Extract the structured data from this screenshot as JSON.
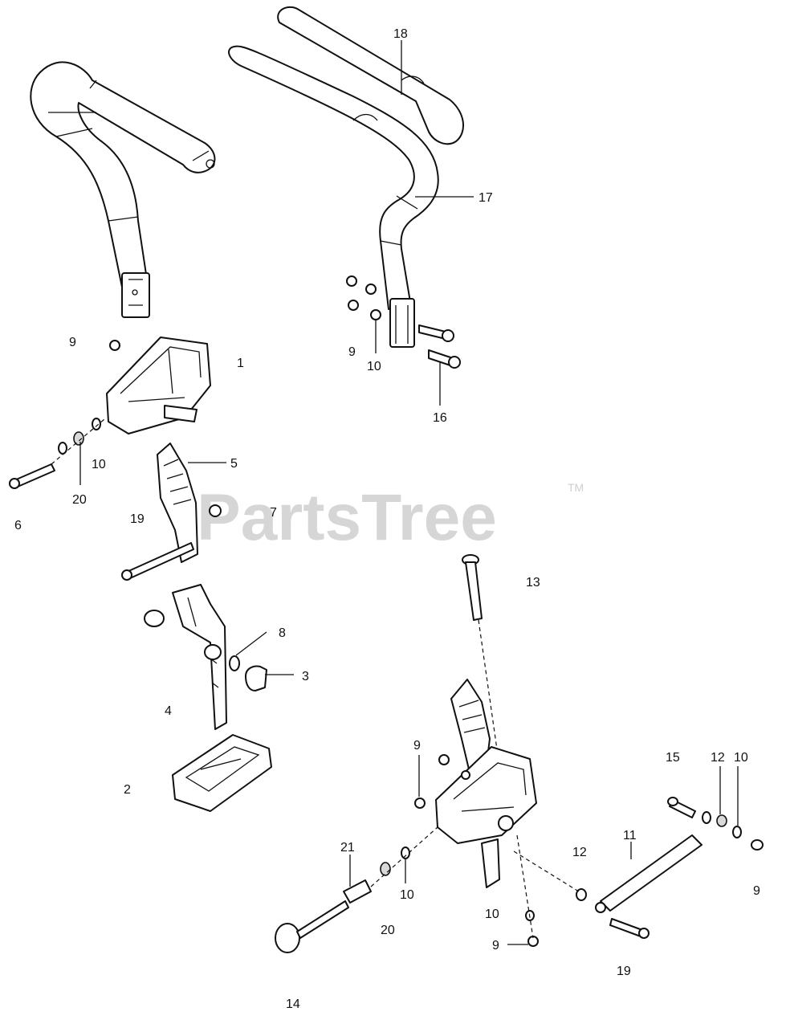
{
  "watermark": {
    "text": "PartsTree",
    "trademark": "TM"
  },
  "callouts": [
    {
      "id": "c18",
      "label": "18"
    },
    {
      "id": "c17",
      "label": "17"
    },
    {
      "id": "c9a",
      "label": "9"
    },
    {
      "id": "c1",
      "label": "1"
    },
    {
      "id": "c9b",
      "label": "9"
    },
    {
      "id": "c10a",
      "label": "10"
    },
    {
      "id": "c16",
      "label": "16"
    },
    {
      "id": "c10b",
      "label": "10"
    },
    {
      "id": "c5",
      "label": "5"
    },
    {
      "id": "c20a",
      "label": "20"
    },
    {
      "id": "c6",
      "label": "6"
    },
    {
      "id": "c19a",
      "label": "19"
    },
    {
      "id": "c7",
      "label": "7"
    },
    {
      "id": "c13",
      "label": "13"
    },
    {
      "id": "c8",
      "label": "8"
    },
    {
      "id": "c3",
      "label": "3"
    },
    {
      "id": "c4",
      "label": "4"
    },
    {
      "id": "c2",
      "label": "2"
    },
    {
      "id": "c9c",
      "label": "9"
    },
    {
      "id": "c15",
      "label": "15"
    },
    {
      "id": "c12a",
      "label": "12"
    },
    {
      "id": "c10c",
      "label": "10"
    },
    {
      "id": "c11",
      "label": "11"
    },
    {
      "id": "c12b",
      "label": "12"
    },
    {
      "id": "c21",
      "label": "21"
    },
    {
      "id": "c9d",
      "label": "9"
    },
    {
      "id": "c10d",
      "label": "10"
    },
    {
      "id": "c10e",
      "label": "10"
    },
    {
      "id": "c20b",
      "label": "20"
    },
    {
      "id": "c9e",
      "label": "9"
    },
    {
      "id": "c19b",
      "label": "19"
    },
    {
      "id": "c14",
      "label": "14"
    }
  ]
}
